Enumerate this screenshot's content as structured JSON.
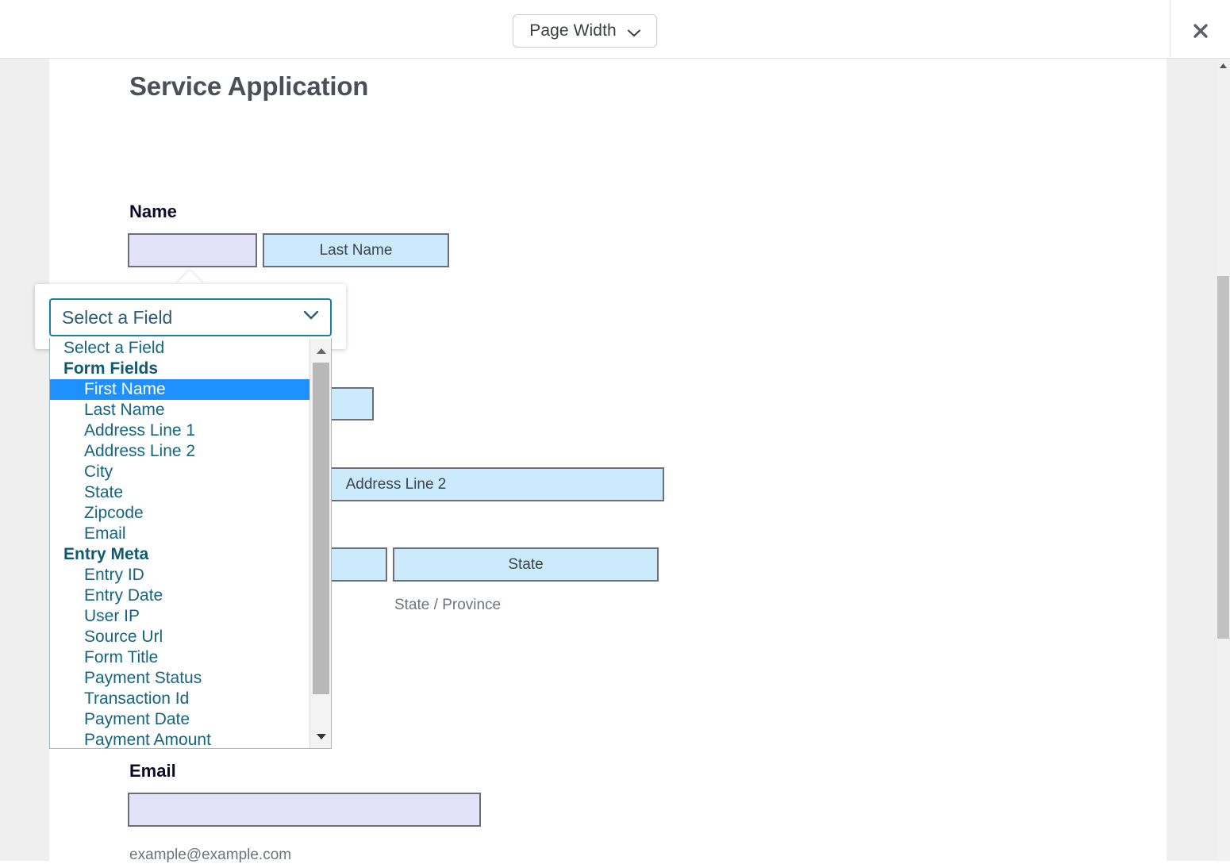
{
  "toolbar": {
    "zoom_label": "Page Width",
    "zoom_icon": "chevron-down-icon",
    "close_icon": "close-icon"
  },
  "form": {
    "title": "Service Application",
    "name_label": "Name",
    "first_name_value": "",
    "last_name_value": "Last Name",
    "address_line_1_value": "",
    "address_line_2_value": "Address Line 2",
    "city_value": "",
    "state_value": "State",
    "state_sublabel": "State / Province",
    "email_label": "Email",
    "email_value": "",
    "email_sublabel": "example@example.com"
  },
  "field_picker": {
    "selected_value": "Select a Field",
    "chevron_icon": "chevron-down-icon",
    "options": [
      {
        "label": "Select a Field",
        "type": "plain",
        "selected": false
      },
      {
        "label": "Form Fields",
        "type": "group",
        "selected": false
      },
      {
        "label": "First Name",
        "type": "child",
        "selected": true
      },
      {
        "label": "Last Name",
        "type": "child",
        "selected": false
      },
      {
        "label": "Address Line 1",
        "type": "child",
        "selected": false
      },
      {
        "label": "Address Line 2",
        "type": "child",
        "selected": false
      },
      {
        "label": "City",
        "type": "child",
        "selected": false
      },
      {
        "label": "State",
        "type": "child",
        "selected": false
      },
      {
        "label": "Zipcode",
        "type": "child",
        "selected": false
      },
      {
        "label": "Email",
        "type": "child",
        "selected": false
      },
      {
        "label": "Entry Meta",
        "type": "group",
        "selected": false
      },
      {
        "label": "Entry ID",
        "type": "child",
        "selected": false
      },
      {
        "label": "Entry Date",
        "type": "child",
        "selected": false
      },
      {
        "label": "User IP",
        "type": "child",
        "selected": false
      },
      {
        "label": "Source Url",
        "type": "child",
        "selected": false
      },
      {
        "label": "Form Title",
        "type": "child",
        "selected": false
      },
      {
        "label": "Payment Status",
        "type": "child",
        "selected": false
      },
      {
        "label": "Transaction Id",
        "type": "child",
        "selected": false
      },
      {
        "label": "Payment Date",
        "type": "child",
        "selected": false
      },
      {
        "label": "Payment Amount",
        "type": "child",
        "selected": false
      }
    ]
  },
  "colors": {
    "highlight": "#1e90ff",
    "option_text": "#16647f",
    "select_border": "#1a7ea8",
    "field_fill": "#cbeafb",
    "field_fill_active": "#e4e2f8",
    "field_border": "#6b6f7a"
  }
}
